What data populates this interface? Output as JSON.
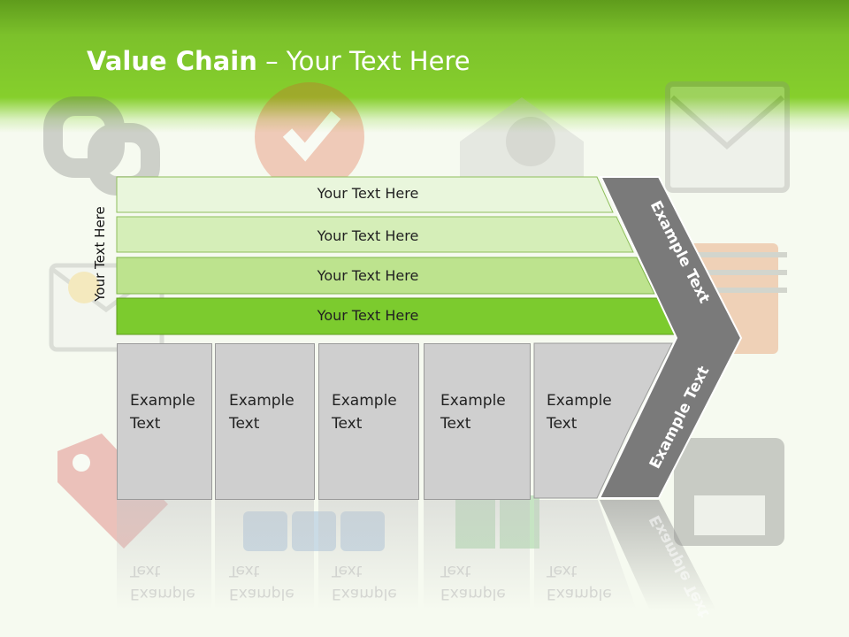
{
  "title": {
    "bold": "Value Chain",
    "rest": " – Your Text Here"
  },
  "vertical_label": "Your Text Here",
  "rows": [
    {
      "label": "Your Text Here"
    },
    {
      "label": "Your Text Here"
    },
    {
      "label": "Your Text Here"
    },
    {
      "label": "Your Text Here"
    }
  ],
  "chevron": {
    "top_label": "Example Text",
    "bottom_label": "Example Text"
  },
  "boxes": [
    {
      "line1": "Example",
      "line2": "Text"
    },
    {
      "line1": "Example",
      "line2": "Text"
    },
    {
      "line1": "Example",
      "line2": "Text"
    },
    {
      "line1": "Example",
      "line2": "Text"
    },
    {
      "line1": "Example",
      "line2": "Text"
    }
  ],
  "colors": {
    "header_green": "#7cc12b",
    "row_1": "#e9f6dc",
    "row_2": "#d5eeb8",
    "row_3": "#bde38e",
    "row_4": "#7ccb2e",
    "chevron_gray": "#7a7a7a",
    "box_gray": "#cfcfcf"
  }
}
